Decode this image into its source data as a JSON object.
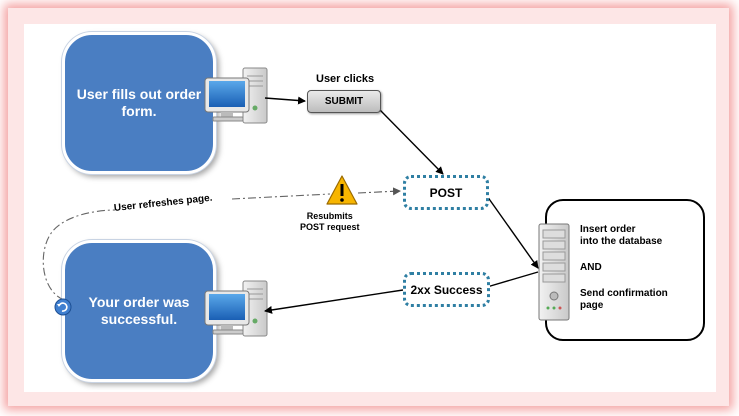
{
  "top_box": {
    "text": "User fills out order form."
  },
  "bottom_box": {
    "text": "Your order was successful."
  },
  "submit": {
    "caption": "User clicks",
    "button_label": "SUBMIT"
  },
  "post": {
    "label": "POST"
  },
  "success": {
    "label": "2xx Success"
  },
  "warning": {
    "line1": "Resubmits",
    "line2": "POST request"
  },
  "refresh": {
    "label": "User refreshes page."
  },
  "server": {
    "line1": "Insert order\ninto the database",
    "line2": "AND",
    "line3": "Send confirmation\npage"
  },
  "colors": {
    "box_blue": "#4a7ec2",
    "dotted_border": "#2f7fa3",
    "warning_yellow": "#f7b500",
    "frame_pink": "#f4a0a0"
  },
  "icons": [
    "computer-icon",
    "server-icon",
    "warning-icon",
    "refresh-icon"
  ]
}
